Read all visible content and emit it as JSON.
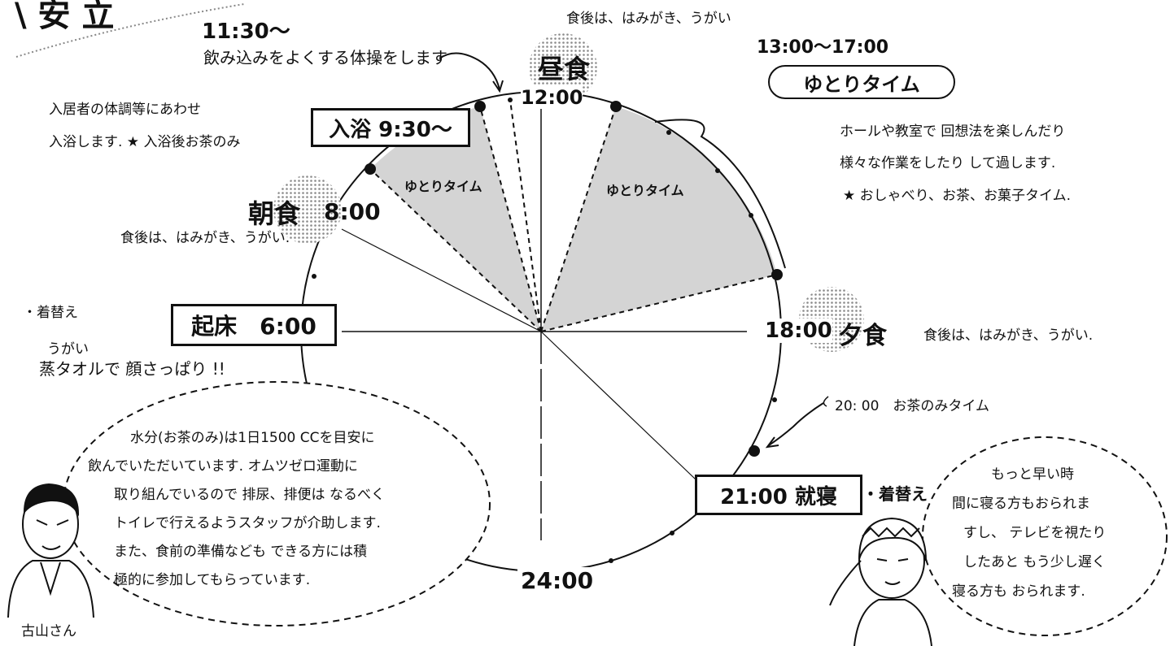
{
  "header": {
    "corner_text": "\\ 安 立"
  },
  "clock": {
    "top_label": "12:00",
    "bottom_label": "24:00"
  },
  "wedges": {
    "left_label": "ゆとりタイム",
    "right_label": "ゆとりタイム"
  },
  "events": {
    "swallow_time": "11:30～",
    "swallow_text": "飲み込みをよくする体操をします",
    "lunch_title": "昼食",
    "lunch_note": "食後は、はみがき、うがい",
    "bath_label": "入浴 9:30～",
    "bath_note_1": "入居者の体調等にあわせ",
    "bath_note_2": "入浴します. ★ 入浴後お茶のみ",
    "breakfast_title": "朝食",
    "breakfast_time": "8:00",
    "breakfast_note": "食後は、はみがき、うがい.",
    "wake_label": "起床　6:00",
    "wake_note_1": "・着替え",
    "wake_note_2": "うがい",
    "wake_note_3": "蒸タオルで 顔さっぱり !!",
    "free_time_range": "13:00～17:00",
    "free_time_title": "ゆとりタイム",
    "free_desc_1": "ホールや教室で 回想法を楽しんだり",
    "free_desc_2": "様々な作業をしたり して過します.",
    "free_desc_3": "★ おしゃべり、お茶、お菓子タイム.",
    "dinner_time": "18:00",
    "dinner_title": "夕食",
    "dinner_note": "食後は、はみがき、うがい.",
    "tea_time": "20: 00　お茶のみタイム",
    "sleep_label": "21:00 就寝",
    "sleep_note": "・着替え"
  },
  "bubble_left": {
    "lines": [
      "水分(お茶のみ)は1日1500 CCを目安に",
      "飲んでいただいています. オムツゼロ運動に",
      "取り組んでいるので 排尿、排便は なるべく",
      "トイレで行えるようスタッフが介助します.",
      "また、食前の準備なども できる方には積",
      "極的に参加してもらっています."
    ],
    "speaker": "古山さん"
  },
  "bubble_right": {
    "lines": [
      "もっと早い時",
      "間に寝る方もおられま",
      "すし、 テレビを視たり",
      "したあと もう少し遅く",
      "寝る方も おられます."
    ]
  },
  "colors": {
    "ink": "#111111",
    "shade": "#c9c9c9",
    "paper": "#ffffff"
  }
}
